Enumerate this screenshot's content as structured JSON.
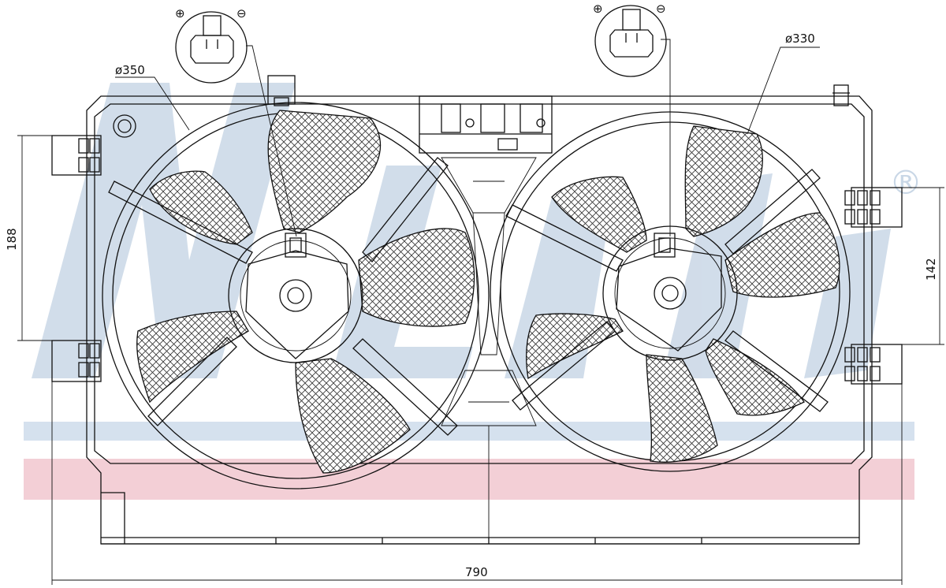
{
  "diagram": {
    "left_fan_diameter": "ø350",
    "right_fan_diameter": "ø330",
    "height_left": "188",
    "height_right": "142",
    "width_total": "790",
    "polarity_plus": "⊕",
    "polarity_minus": "⊖",
    "registered_mark": "®"
  },
  "colors": {
    "outline": "#111111",
    "watermark_blue": "#c9d7e6",
    "watermark_band_blue": "#d5e1ee",
    "watermark_band_red": "#f3cfd6",
    "blade_hatch": "#333333"
  }
}
